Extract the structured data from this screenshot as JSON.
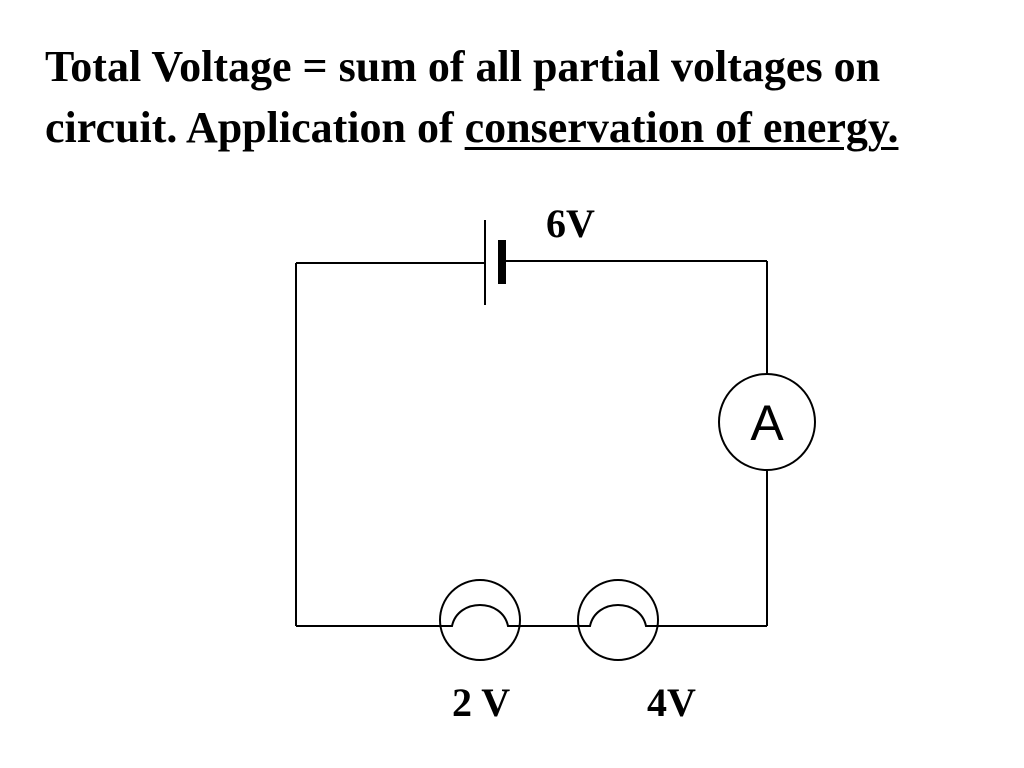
{
  "heading": {
    "part1": "Total Voltage = sum of all partial voltages on circuit.  Application of ",
    "underlined": "conservation of energy."
  },
  "circuit": {
    "battery": {
      "label": "6V"
    },
    "ammeter": {
      "symbol": "A"
    },
    "bulbs": [
      {
        "label": "2 V"
      },
      {
        "label": "4V"
      }
    ]
  },
  "colors": {
    "line": "#000000",
    "background": "#ffffff"
  }
}
